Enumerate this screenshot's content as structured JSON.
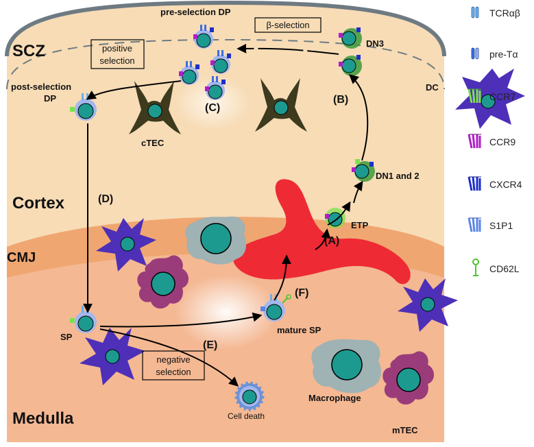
{
  "zones": {
    "scz": "SCZ",
    "cortex": "Cortex",
    "cmj": "CMJ",
    "medulla": "Medulla"
  },
  "cells": {
    "pre_selection_dp": "pre-selection DP",
    "dn3": "DN3",
    "dc": "DC",
    "post_selection_dp_line1": "post-selection",
    "post_selection_dp_line2": "DP",
    "ctec": "cTEC",
    "dn1_and_2": "DN1 and 2",
    "etp": "ETP",
    "sp": "SP",
    "mature_sp": "mature SP",
    "cell_death": "Cell death",
    "macrophage": "Macrophage",
    "mtec": "mTEC"
  },
  "steps": {
    "a": "(A)",
    "b": "(B)",
    "c": "(C)",
    "d": "(D)",
    "e": "(E)",
    "f": "(F)"
  },
  "boxes": {
    "beta_selection": "β-selection",
    "positive_line1": "positive",
    "positive_line2": "selection",
    "negative_line1": "negative",
    "negative_line2": "selection"
  },
  "legend": [
    {
      "label": "TCRαβ",
      "icon": "tcr-icon",
      "color": "#6aaee8"
    },
    {
      "label": "pre-Tα",
      "icon": "pre-ta-icon",
      "color": "#3d6ee0"
    },
    {
      "label": "CCR7",
      "icon": "ccr7-icon",
      "color": "#7be24e"
    },
    {
      "label": "CCR9",
      "icon": "ccr9-icon",
      "color": "#b01ec8"
    },
    {
      "label": "CXCR4",
      "icon": "cxcr4-icon",
      "color": "#1d2fc8"
    },
    {
      "label": "S1P1",
      "icon": "s1p1-icon",
      "color": "#5a86e6"
    },
    {
      "label": "CD62L",
      "icon": "cd62l-icon",
      "color": "#4cc62c"
    }
  ],
  "colors": {
    "cortex": "#f7dcb6",
    "cmj": "#f0a670",
    "medulla": "#f4b893",
    "capsule": "#6e7a82",
    "vessel": "#ee2a35",
    "dc": "#4d2fb8",
    "ctec": "#3d3a1e",
    "mtec": "#9a3c7a",
    "macrophage": "#9fb2b4",
    "nucleus": "#1d9a8f",
    "thymocyte": "#a4b7ee",
    "death": "#6a92d8"
  }
}
